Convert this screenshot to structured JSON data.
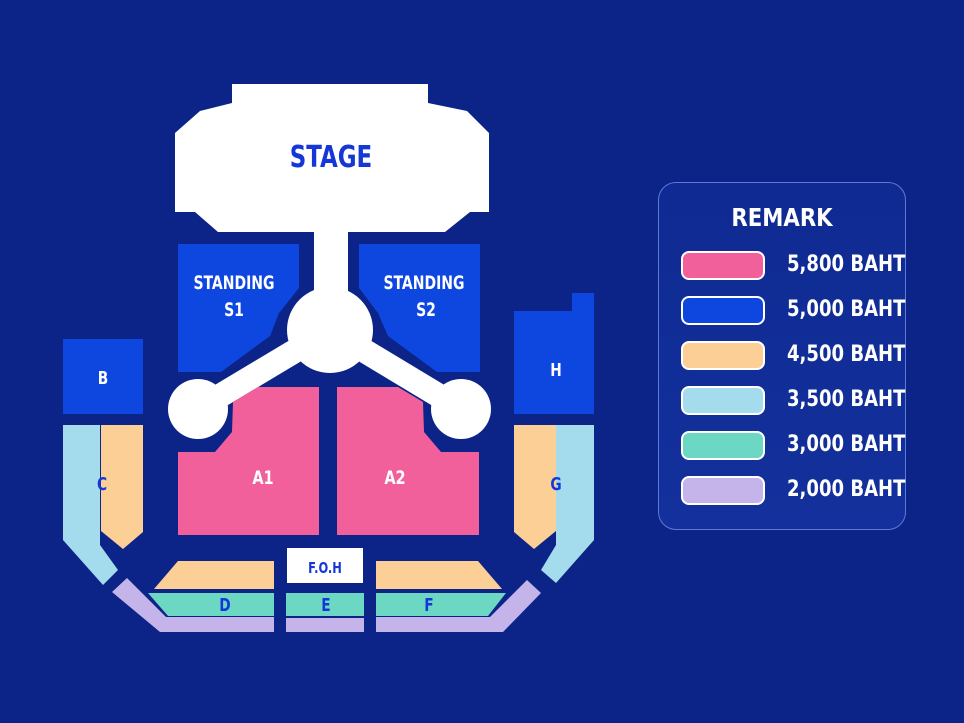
{
  "stage": {
    "label": "STAGE"
  },
  "standing": [
    {
      "line1": "STANDING",
      "line2": "S1"
    },
    {
      "line1": "STANDING",
      "line2": "S2"
    }
  ],
  "zones": {
    "a1": "A1",
    "a2": "A2",
    "b": "B",
    "c": "C",
    "d": "D",
    "e": "E",
    "f": "F",
    "g": "G",
    "h": "H",
    "foh": "F.O.H"
  },
  "legend": {
    "title": "REMARK",
    "items": [
      {
        "price": "5,800 BAHT",
        "color": "#f2609b"
      },
      {
        "price": "5,000 BAHT",
        "color": "#0e46e0"
      },
      {
        "price": "4,500 BAHT",
        "color": "#fbcf96"
      },
      {
        "price": "3,500 BAHT",
        "color": "#a4dcee"
      },
      {
        "price": "3,000 BAHT",
        "color": "#6cd8c4"
      },
      {
        "price": "2,000 BAHT",
        "color": "#c4b4ea"
      }
    ]
  },
  "colors": {
    "background": "#0c2487",
    "stage": "#ffffff",
    "stage_text": "#1637d8",
    "zone_text_light": "#ffffff",
    "zone_text_dark": "#1637d8"
  }
}
